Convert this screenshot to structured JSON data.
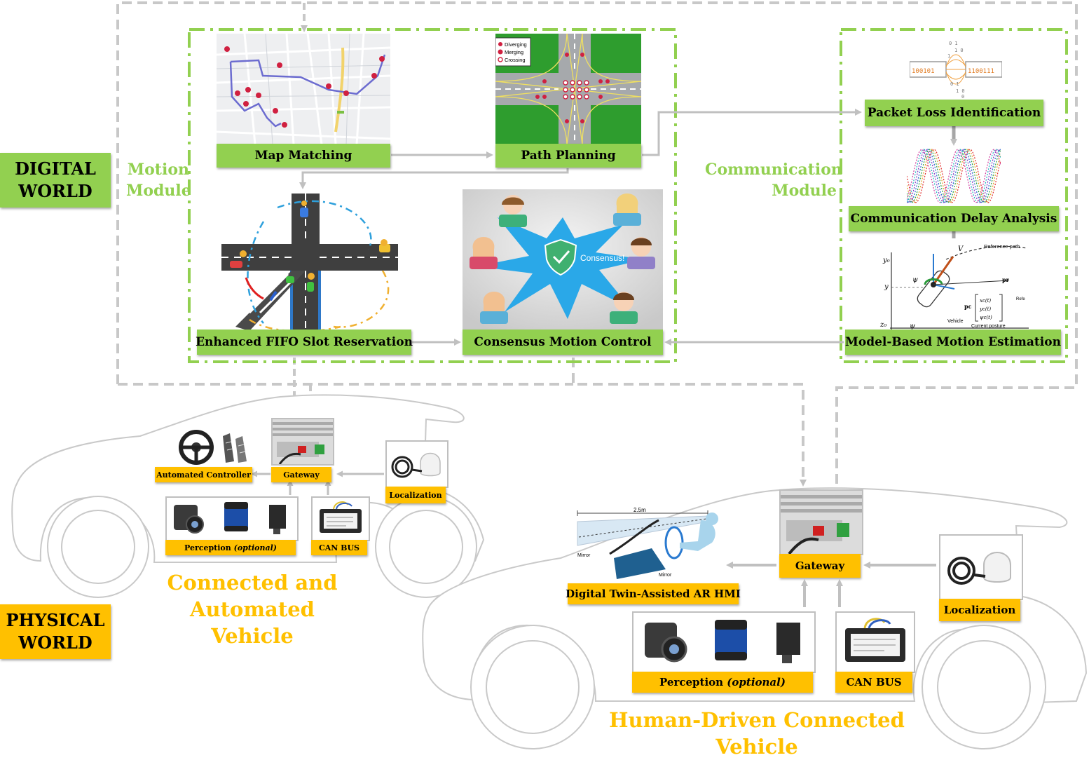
{
  "worlds": {
    "digital": "DIGITAL\nWORLD",
    "physical": "PHYSICAL\nWORLD"
  },
  "modules": {
    "motion": "Motion\nModule",
    "communication": "Communication\nModule"
  },
  "motion_blocks": {
    "map_matching": "Map Matching",
    "path_planning": "Path Planning",
    "fifo": "Enhanced FIFO Slot Reservation",
    "consensus": "Consensus Motion Control"
  },
  "communication_blocks": {
    "packet_loss": "Packet Loss Identification",
    "delay": "Communication Delay Analysis",
    "estimation": "Model-Based Motion Estimation"
  },
  "path_planning_legend": [
    "Diverging",
    "Merging",
    "Crossing"
  ],
  "packet_bits": {
    "left": "100101",
    "right": "1100111"
  },
  "consensus_bubble": "Consensus!",
  "estimation_figure": {
    "reference_path": "Reference path",
    "vehicle": "Vehicle",
    "current_posture": "Current posture",
    "y0": "y₀",
    "y": "y",
    "z0": "z₀",
    "psi": "ψ",
    "v": "V",
    "pc": "pc",
    "pr": "pr",
    "ref": "Refe",
    "xc": "xc(t)",
    "yc": "yc(t)",
    "psic": "ψc(t)"
  },
  "cav": {
    "title": "Connected and Automated\nVehicle",
    "automated_controller": "Automated Controller",
    "gateway": "Gateway",
    "localization": "Localization",
    "perception": "Perception",
    "optional": "(optional)",
    "can_bus": "CAN BUS"
  },
  "hdcv": {
    "title": "Human-Driven Connected Vehicle",
    "hmi": "Digital Twin-Assisted AR HMI",
    "gateway": "Gateway",
    "localization": "Localization",
    "perception": "Perception",
    "optional": "(optional)",
    "can_bus": "CAN BUS",
    "distance": "2.5m",
    "mirror1": "Mirror",
    "mirror2": "Mirror"
  },
  "colors": {
    "green": "#92d050",
    "yellow": "#ffc000",
    "gray_arrow": "#bfbfbf",
    "dash_gray": "#c8c8c8"
  }
}
